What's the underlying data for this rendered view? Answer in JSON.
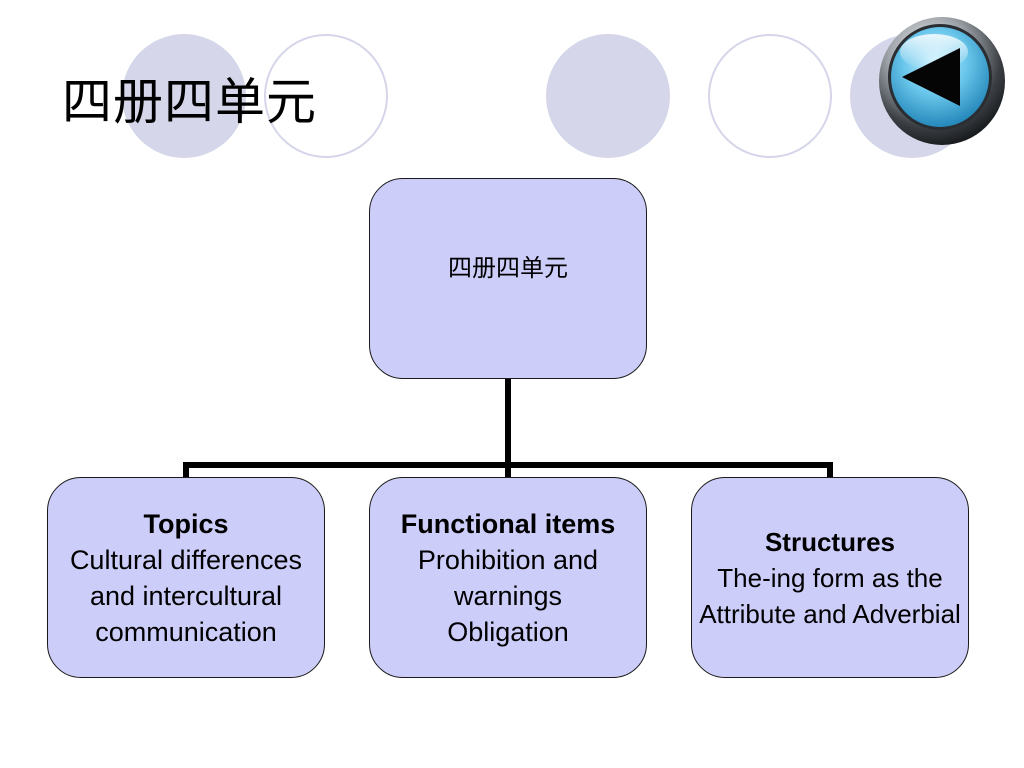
{
  "title": "四册四单元",
  "back_button_icon": "back-arrow-icon",
  "colors": {
    "node_fill": "#cdcdfa",
    "decor_circle": "#d6d6ea",
    "connector": "#000000",
    "button_blue": "#4fb3e0"
  },
  "diagram": {
    "root": {
      "label": "四册四单元"
    },
    "children": [
      {
        "heading": "Topics",
        "lines": [
          "Cultural differences",
          "and intercultural",
          "communication"
        ]
      },
      {
        "heading": "Functional items",
        "lines": [
          "Prohibition and",
          "warnings",
          "Obligation"
        ]
      },
      {
        "heading": "Structures",
        "lines": [
          "The-ing form as the",
          "Attribute and Adverbial"
        ]
      }
    ]
  }
}
